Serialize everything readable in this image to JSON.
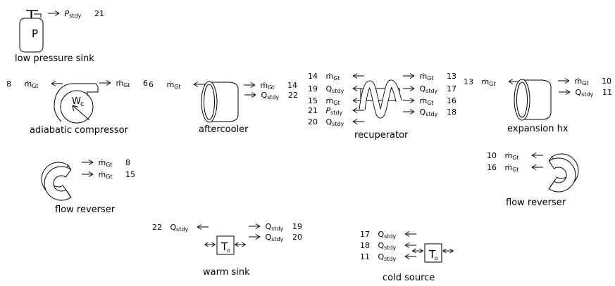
{
  "components": {
    "low_pressure_sink": {
      "label": "low pressure sink",
      "icon_letter": "P",
      "port_out": {
        "base": "P",
        "sub": "stdy",
        "num": "21"
      }
    },
    "adiabatic_compressor": {
      "label": "adiabatic compressor",
      "icon_base": "W",
      "icon_sub": "c",
      "port_in": {
        "num": "8",
        "base": "ṁ",
        "sub": "Gt"
      },
      "port_out": {
        "base": "ṁ",
        "sub": "Gt",
        "num": "6"
      }
    },
    "aftercooler": {
      "label": "aftercooler",
      "port_in": {
        "num": "6",
        "base": "ṁ",
        "sub": "Gt"
      },
      "ports_out": [
        {
          "base": "ṁ",
          "sub": "Gt",
          "num": "14"
        },
        {
          "base": "Q",
          "sub": "stdy",
          "num": "22"
        }
      ]
    },
    "recuperator": {
      "label": "recuperator",
      "ports_left": [
        {
          "num": "14",
          "base": "ṁ",
          "sub": "Gt"
        },
        {
          "num": "19",
          "base": "Q",
          "sub": "stdy"
        },
        {
          "num": "15",
          "base": "ṁ",
          "sub": "Gt"
        },
        {
          "num": "21",
          "base": "P",
          "sub": "stdy"
        },
        {
          "num": "20",
          "base": "Q",
          "sub": "stdy"
        }
      ],
      "ports_right": [
        {
          "base": "ṁ",
          "sub": "Gt",
          "num": "13"
        },
        {
          "base": "Q",
          "sub": "stdy",
          "num": "17"
        },
        {
          "base": "ṁ",
          "sub": "Gt",
          "num": "16"
        },
        {
          "base": "Q",
          "sub": "stdy",
          "num": "18"
        }
      ]
    },
    "expansion_hx": {
      "label": "expansion hx",
      "port_in": {
        "num": "13",
        "base": "ṁ",
        "sub": "Gt"
      },
      "ports_out": [
        {
          "base": "ṁ",
          "sub": "Gt",
          "num": "10"
        },
        {
          "base": "Q",
          "sub": "stdy",
          "num": "11"
        }
      ]
    },
    "flow_reverser_left": {
      "label": "flow reverser",
      "ports_out": [
        {
          "base": "ṁ",
          "sub": "Gt",
          "num": "8"
        },
        {
          "base": "ṁ",
          "sub": "Gt",
          "num": "15"
        }
      ]
    },
    "flow_reverser_right": {
      "label": "flow reverser",
      "ports_in": [
        {
          "num": "10",
          "base": "ṁ",
          "sub": "Gt"
        },
        {
          "num": "16",
          "base": "ṁ",
          "sub": "Gt"
        }
      ]
    },
    "warm_sink": {
      "label": "warm sink",
      "icon_base": "T",
      "icon_sub": "o",
      "port_in": {
        "num": "22",
        "base": "Q",
        "sub": "stdy"
      },
      "ports_out": [
        {
          "base": "Q",
          "sub": "stdy",
          "num": "19"
        },
        {
          "base": "Q",
          "sub": "stdy",
          "num": "20"
        }
      ]
    },
    "cold_source": {
      "label": "cold source",
      "icon_base": "T",
      "icon_sub": "o",
      "ports_in": [
        {
          "num": "17",
          "base": "Q",
          "sub": "stdy"
        },
        {
          "num": "18",
          "base": "Q",
          "sub": "stdy"
        },
        {
          "num": "11",
          "base": "Q",
          "sub": "stdy"
        }
      ]
    }
  },
  "colors": {
    "ink": "#000000",
    "background": "#ffffff"
  }
}
